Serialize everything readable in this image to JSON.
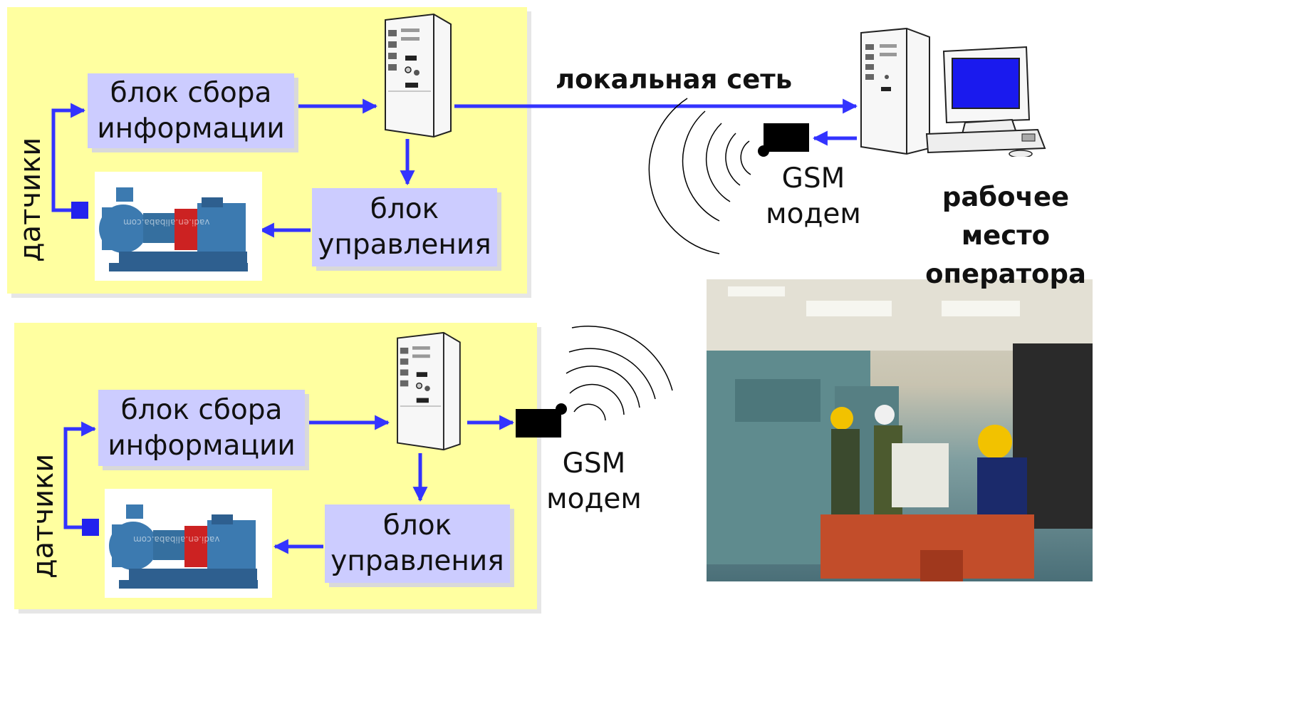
{
  "top_system": {
    "sensors_label": "датчики",
    "collector_block": [
      "блок сбора",
      "информации"
    ],
    "control_block": [
      "блок",
      "управления"
    ],
    "network_label": "локальная сеть",
    "gsm_label": [
      "GSM",
      "модем"
    ],
    "operator_label": [
      "рабочее место",
      "оператора"
    ],
    "pump_watermark": "vadi.en.alibaba.com"
  },
  "bottom_system": {
    "sensors_label": "датчики",
    "collector_block": [
      "блок сбора",
      "информации"
    ],
    "control_block": [
      "блок",
      "управления"
    ],
    "gsm_label": [
      "GSM",
      "модем"
    ],
    "pump_watermark": "vadi.en.alibaba.com"
  },
  "colors": {
    "panel": "#ffffa0",
    "block": "#ccccff",
    "arrow": "#3333ff",
    "screen": "#1a1aee"
  },
  "icons": [
    "server-cabinet-icon",
    "pump-motor-icon",
    "gsm-modem-icon",
    "radio-waves-icon",
    "operator-computer-icon",
    "control-room-photo"
  ]
}
